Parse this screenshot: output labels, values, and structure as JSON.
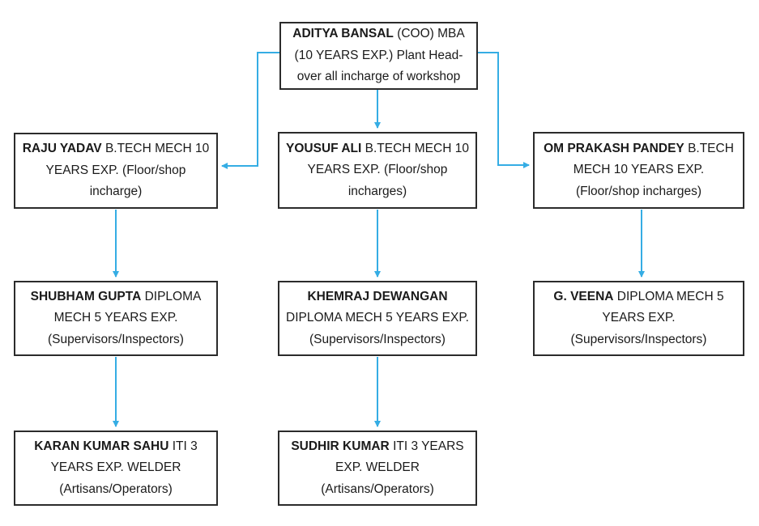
{
  "diagram": {
    "type": "org-chart",
    "background_color": "#ffffff",
    "box_border_color": "#2b2b2b",
    "arrow_color": "#35ade4",
    "nodes": [
      {
        "id": "aditya-bansal",
        "name": "ADITYA BANSAL",
        "rest": "(COO) MBA (10 YEARS EXP.) Plant Head- over all incharge of workshop"
      },
      {
        "id": "raju-yadav",
        "name": "RAJU YADAV",
        "rest": "B.TECH MECH 10 YEARS EXP. (Floor/shop incharge)"
      },
      {
        "id": "yousuf-ali",
        "name": "YOUSUF ALI",
        "rest": "B.TECH MECH 10 YEARS EXP. (Floor/shop incharges)"
      },
      {
        "id": "om-prakash-pandey",
        "name": "OM PRAKASH PANDEY",
        "rest": "B.TECH MECH 10 YEARS EXP. (Floor/shop incharges)"
      },
      {
        "id": "shubham-gupta",
        "name": "SHUBHAM GUPTA",
        "rest": "DIPLOMA MECH 5 YEARS EXP. (Supervisors/Inspectors)"
      },
      {
        "id": "khemraj-dewangan",
        "name": "KHEMRAJ DEWANGAN",
        "rest": "DIPLOMA MECH 5 YEARS EXP. (Supervisors/Inspectors)"
      },
      {
        "id": "g-veena",
        "name": "G. VEENA",
        "rest": "DIPLOMA MECH 5 YEARS EXP. (Supervisors/Inspectors)"
      },
      {
        "id": "karan-kumar-sahu",
        "name": "KARAN KUMAR SAHU",
        "rest": "ITI 3 YEARS EXP. WELDER (Artisans/Operators)"
      },
      {
        "id": "sudhir-kumar",
        "name": "SUDHIR KUMAR",
        "rest": "ITI 3 YEARS EXP. WELDER (Artisans/Operators)"
      }
    ],
    "edges": [
      {
        "from": "aditya-bansal",
        "to": "raju-yadav"
      },
      {
        "from": "aditya-bansal",
        "to": "yousuf-ali"
      },
      {
        "from": "aditya-bansal",
        "to": "om-prakash-pandey"
      },
      {
        "from": "raju-yadav",
        "to": "shubham-gupta"
      },
      {
        "from": "yousuf-ali",
        "to": "khemraj-dewangan"
      },
      {
        "from": "om-prakash-pandey",
        "to": "g-veena"
      },
      {
        "from": "shubham-gupta",
        "to": "karan-kumar-sahu"
      },
      {
        "from": "khemraj-dewangan",
        "to": "sudhir-kumar"
      }
    ]
  }
}
